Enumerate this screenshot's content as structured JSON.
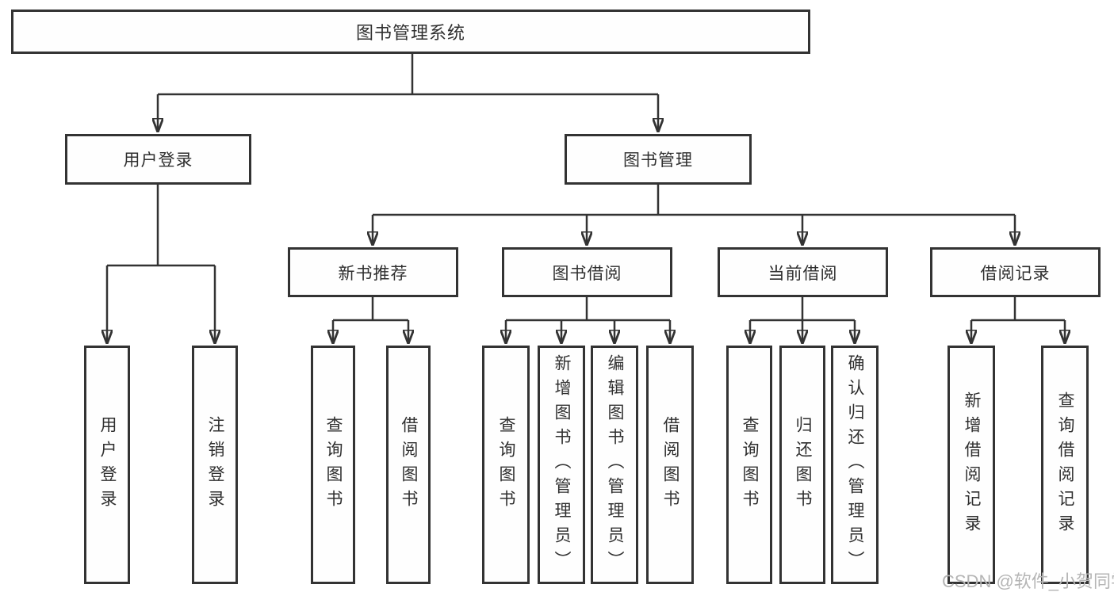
{
  "diagram": {
    "root": {
      "label": "图书管理系统"
    },
    "user_login": {
      "label": "用户登录",
      "children": [
        {
          "label": "用户登录"
        },
        {
          "label": "注销登录"
        }
      ]
    },
    "book_management": {
      "label": "图书管理",
      "modules": [
        {
          "label": "新书推荐",
          "children": [
            {
              "label": "查询图书"
            },
            {
              "label": "借阅图书"
            }
          ]
        },
        {
          "label": "图书借阅",
          "children": [
            {
              "label": "查询图书"
            },
            {
              "label": "新增图书（管理员）"
            },
            {
              "label": "编辑图书（管理员）"
            },
            {
              "label": "借阅图书"
            }
          ]
        },
        {
          "label": "当前借阅",
          "children": [
            {
              "label": "查询图书"
            },
            {
              "label": "归还图书"
            },
            {
              "label": "确认归还（管理员）"
            }
          ]
        },
        {
          "label": "借阅记录",
          "children": [
            {
              "label": "新增借阅记录"
            },
            {
              "label": "查询借阅记录"
            }
          ]
        }
      ]
    }
  },
  "watermark": {
    "text": "CSDN @软件_小贺同学"
  },
  "colors": {
    "line": "#333333",
    "text": "#2f2f2f",
    "watermark_gray": "#b5b5b5",
    "background": "#ffffff"
  }
}
